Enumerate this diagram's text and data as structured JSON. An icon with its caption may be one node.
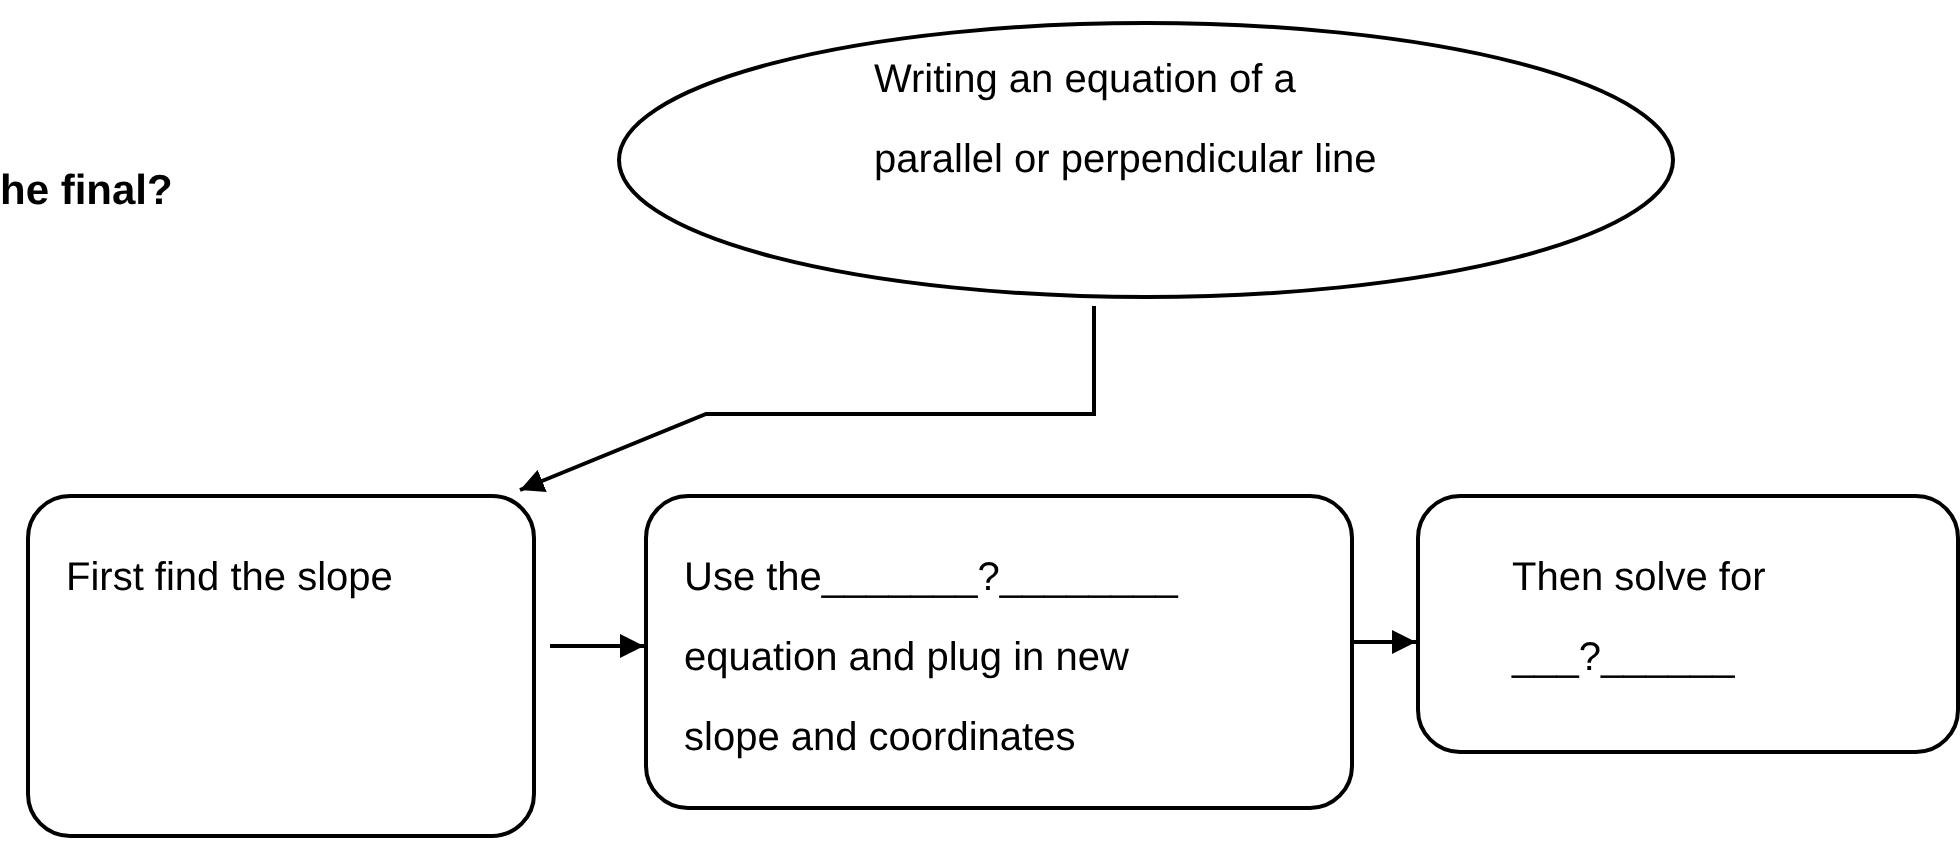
{
  "diagram": {
    "nodes": [
      {
        "text": [
          "Writing an equation of a parallel or perpendicular line"
        ]
      },
      {
        "text": [
          "First find the slope"
        ]
      },
      {
        "text": [
          "Use the_______?________ equation and plug in new slope and coordinates"
        ]
      },
      {
        "text": [
          "Then solve for ___?______"
        ]
      }
    ],
    "edges": [
      {
        "from": 0,
        "to": 1,
        "arrow": "to"
      },
      {
        "from": 1,
        "to": 2,
        "arrow": "to"
      },
      {
        "from": 2,
        "to": 3,
        "arrow": "to"
      }
    ],
    "labels": [
      "he final?"
    ]
  }
}
